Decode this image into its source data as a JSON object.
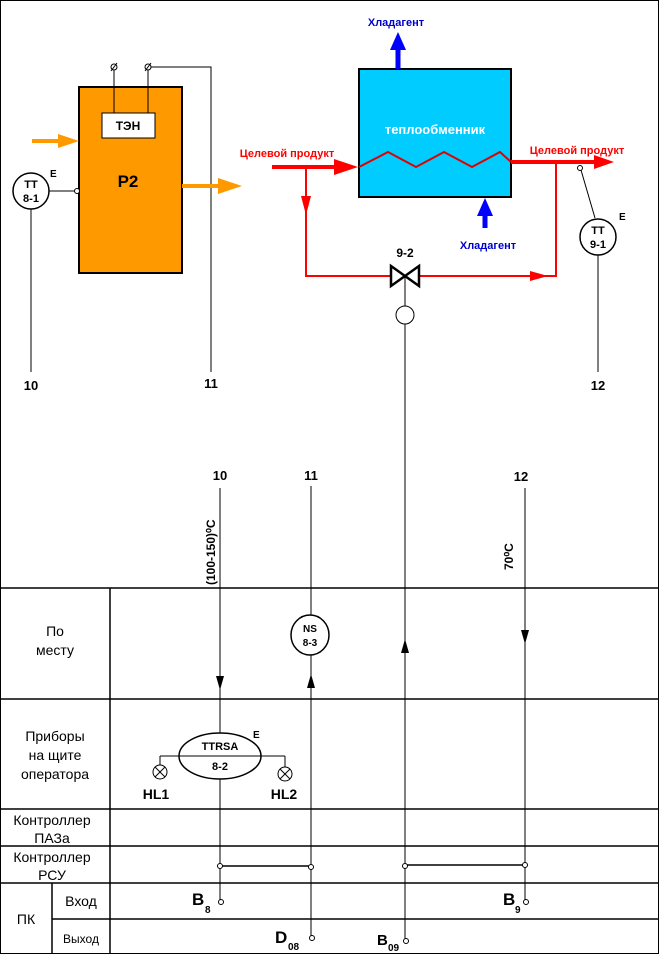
{
  "diagram": {
    "reactor": {
      "id": "P2",
      "heater_label": "ТЭН"
    },
    "heat_exchanger": {
      "label": "теплообменник"
    },
    "coolant": {
      "out_label": "Хладагент",
      "in_label": "Хладагент"
    },
    "product": {
      "in_label": "Целевой продукт",
      "out_label": "Целевой продукт"
    },
    "valve": {
      "tag": "9-2"
    },
    "instruments": {
      "tt81": {
        "line1": "TT",
        "line2": "8-1",
        "mark": "E"
      },
      "tt91": {
        "line1": "TT",
        "line2": "9-1",
        "mark": "E"
      },
      "ns83": {
        "line1": "NS",
        "line2": "8-3"
      },
      "ttrsa": {
        "line1": "TTRSA",
        "line2": "8-2",
        "mark": "E"
      },
      "hl1": "HL1",
      "hl2": "HL2"
    },
    "line_numbers_top": {
      "a": "10",
      "b": "11",
      "c": "12"
    },
    "line_numbers_mid": {
      "a": "10",
      "b": "11",
      "c": "12"
    },
    "ranges": {
      "t10": "(100-150)⁰С",
      "t12": "70⁰С"
    },
    "table": {
      "row_local": [
        "По",
        "месту"
      ],
      "row_panel": [
        "Приборы",
        "на щите",
        "оператора"
      ],
      "row_paz": [
        "Контроллер",
        "ПАЗа"
      ],
      "row_rsu": [
        "Контроллер",
        "РСУ"
      ],
      "row_pk": "ПК",
      "row_in": "Вход",
      "row_out": "Выход"
    },
    "signals": {
      "b8": {
        "main": "B",
        "sub": "8"
      },
      "b9": {
        "main": "B",
        "sub": "9"
      },
      "d08": {
        "main": "D",
        "sub": "08"
      },
      "b09": {
        "main": "B",
        "sub": "09"
      }
    },
    "colors": {
      "reactor": "#FF9900",
      "heat_exchanger": "#00CCFF",
      "product_line": "#FF0000",
      "coolant_arrow": "#0000FF",
      "product_text": "#FF0000",
      "coolant_text": "#0000CC"
    }
  }
}
